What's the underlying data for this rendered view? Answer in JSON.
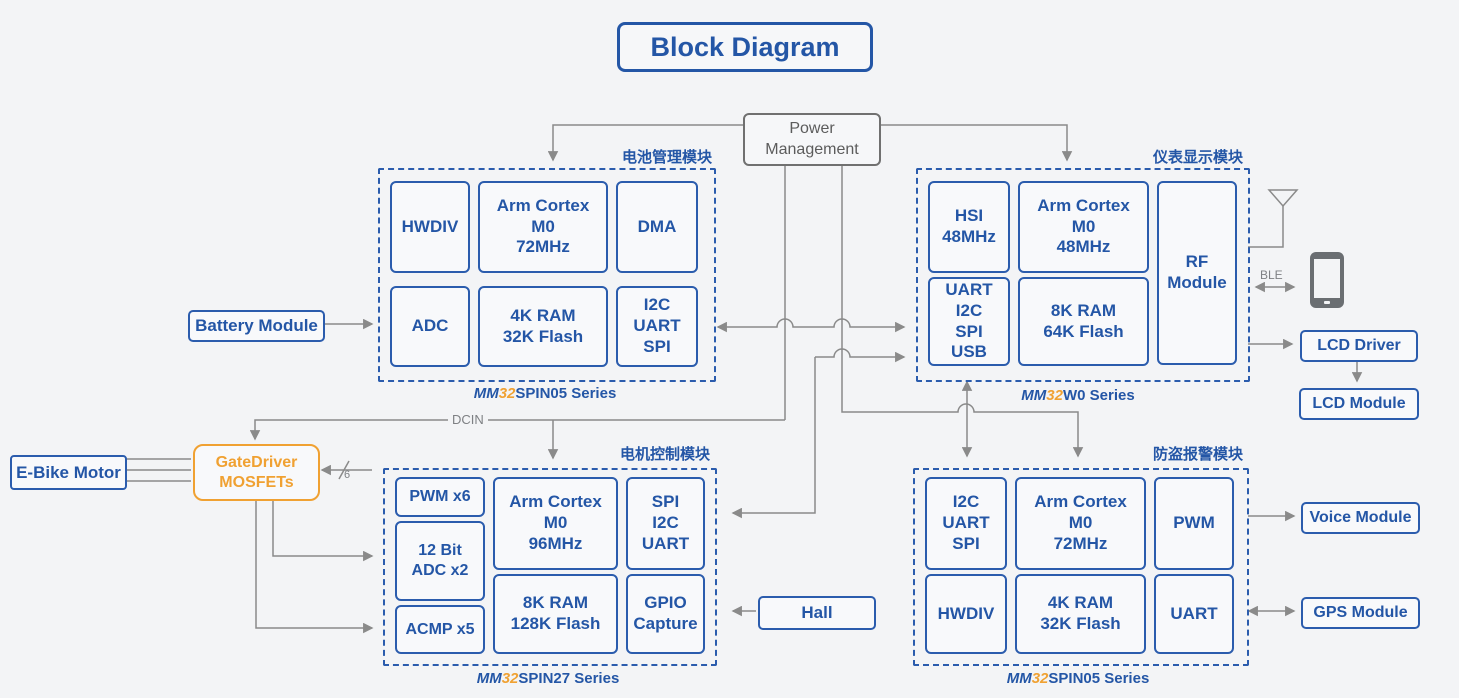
{
  "title": "Block Diagram",
  "power_management": {
    "label": "Power\nManagement"
  },
  "colors": {
    "blue": "#2456a6",
    "orange": "#f0a132",
    "wire_gray": "#8a8a8a",
    "background": "#f3f4f6"
  },
  "modules": {
    "battery": {
      "name_cn": "电池管理模块",
      "series": {
        "mm": "MM",
        "num": "32",
        "rest": "SPIN05 Series"
      },
      "cells": {
        "hwdiv": "HWDIV",
        "cortex": "Arm Cortex\nM0\n72MHz",
        "dma": "DMA",
        "adc": "ADC",
        "ram": "4K RAM\n32K Flash",
        "comm": "I2C\nUART\nSPI"
      }
    },
    "display": {
      "name_cn": "仪表显示模块",
      "series": {
        "mm": "MM",
        "num": "32",
        "rest": "W0 Series"
      },
      "cells": {
        "hsi": "HSI\n48MHz",
        "cortex": "Arm Cortex\nM0\n48MHz",
        "rf": "RF\nModule",
        "comm": "UART\nI2C\nSPI\nUSB",
        "ram": "8K RAM\n64K Flash"
      }
    },
    "motor": {
      "name_cn": "电机控制模块",
      "series": {
        "mm": "MM",
        "num": "32",
        "rest": "SPIN27 Series"
      },
      "cells": {
        "pwm": "PWM x6",
        "adc": "12 Bit\nADC x2",
        "acmp": "ACMP x5",
        "cortex": "Arm Cortex\nM0\n96MHz",
        "ram": "8K RAM\n128K Flash",
        "comm": "SPI\nI2C\nUART",
        "gpio": "GPIO\nCapture"
      }
    },
    "alarm": {
      "name_cn": "防盗报警模块",
      "series": {
        "mm": "MM",
        "num": "32",
        "rest": "SPIN05 Series"
      },
      "cells": {
        "comm": "I2C\nUART\nSPI",
        "cortex": "Arm Cortex\nM0\n72MHz",
        "pwm": "PWM",
        "hwdiv": "HWDIV",
        "ram": "4K RAM\n32K Flash",
        "uart": "UART"
      }
    }
  },
  "peripherals": {
    "battery_module": "Battery Module",
    "ebike_motor": "E-Bike Motor",
    "gatedriver": "GateDriver\nMOSFETs",
    "hall": "Hall",
    "voice_module": "Voice Module",
    "gps_module": "GPS Module",
    "lcd_driver": "LCD Driver",
    "lcd_module": "LCD Module"
  },
  "wire_labels": {
    "dcin": "DCIN",
    "ble": "BLE",
    "phase_count": "6"
  }
}
